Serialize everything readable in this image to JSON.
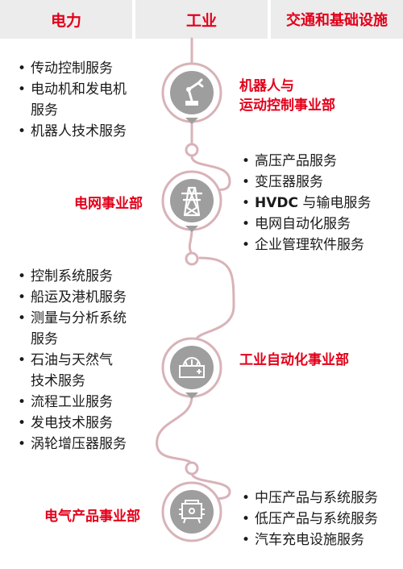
{
  "header": {
    "tabs": [
      "电力",
      "工业",
      "交通和基础设施"
    ]
  },
  "colors": {
    "accent": "#e2001a",
    "connector": "#d8b3b8",
    "badge": "#9e9e9e",
    "tab_bg": "#ececec"
  },
  "units": [
    {
      "name_line1": "机器人与",
      "name_line2": "运动控制事业部",
      "icon": "robot-arm-icon",
      "services": [
        {
          "text": "传动控制服务"
        },
        {
          "text": "电动机和发电机",
          "text2": "服务"
        },
        {
          "text": "机器人技术服务"
        }
      ]
    },
    {
      "name": "电网事业部",
      "icon": "transmission-tower-icon",
      "services": [
        {
          "text": "高压产品服务"
        },
        {
          "text": "变压器服务"
        },
        {
          "bold": "HVDC",
          "text": " 与输电服务"
        },
        {
          "text": "电网自动化服务"
        },
        {
          "text": "企业管理软件服务"
        }
      ]
    },
    {
      "name": "工业自动化事业部",
      "icon": "turbine-icon",
      "services": [
        {
          "text": "控制系统服务"
        },
        {
          "text": "船运及港机服务"
        },
        {
          "text": "测量与分析系统",
          "text2": "服务"
        },
        {
          "text": "石油与天然气",
          "text2": "技术服务"
        },
        {
          "text": "流程工业服务"
        },
        {
          "text": "发电技术服务"
        },
        {
          "text": "涡轮增压器服务"
        }
      ]
    },
    {
      "name": "电气产品事业部",
      "icon": "electrical-device-icon",
      "services": [
        {
          "text": "中压产品与系统服务"
        },
        {
          "text": "低压产品与系统服务"
        },
        {
          "text": "汽车充电设施服务"
        }
      ]
    }
  ]
}
